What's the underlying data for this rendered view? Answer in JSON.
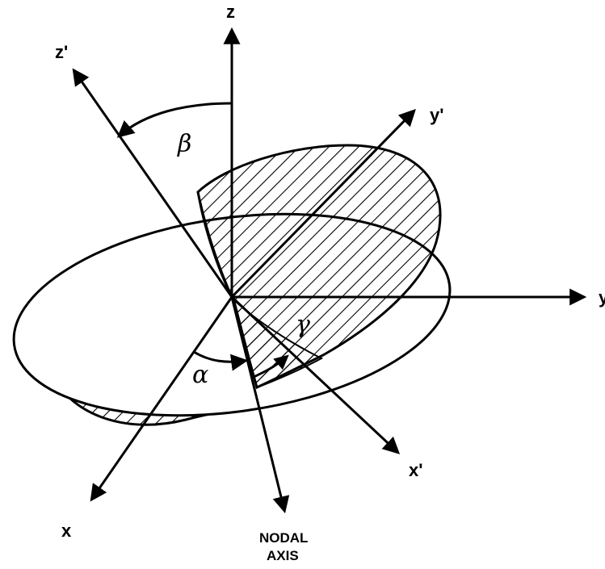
{
  "diagram": {
    "axes": {
      "z_label": "z",
      "z_prime_label": "z'",
      "y_label": "y",
      "y_prime_label": "y'",
      "x_label": "x",
      "x_prime_label": "x'",
      "nodal_axis_label_line1": "NODAL",
      "nodal_axis_label_line2": "AXIS"
    },
    "angles": {
      "alpha": "α",
      "beta": "β",
      "gamma": "γ"
    },
    "colors": {
      "stroke": "#000000",
      "background": "#ffffff"
    }
  }
}
